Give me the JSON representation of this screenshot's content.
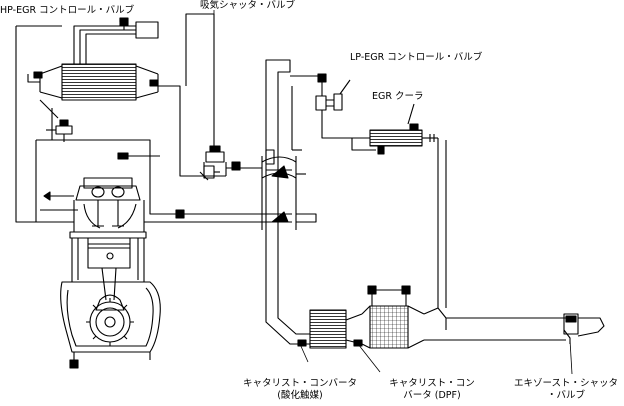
{
  "labels": {
    "hp_egr_valve": "HP-EGR コントロール・バルブ",
    "intake_shutter": "吸気シャッタ・バルブ",
    "lp_egr_valve": "LP-EGR コントロール・バルブ",
    "egr_cooler": "EGR クーラ",
    "oxidation_catalyst_line1": "キャタリスト・コンバータ",
    "oxidation_catalyst_line2": "(酸化触媒)",
    "dpf_line1": "キャタリスト・コン",
    "dpf_line2": "バータ (DPF)",
    "exhaust_shutter_line1": "エキゾースト・シャッタ",
    "exhaust_shutter_line2": "・バルブ"
  }
}
